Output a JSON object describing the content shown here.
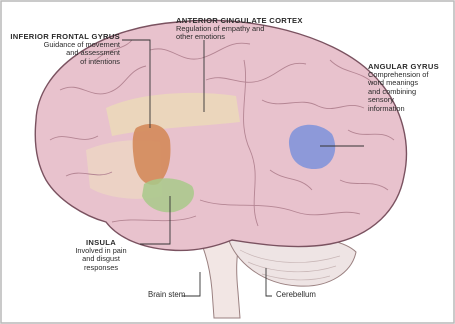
{
  "labels": {
    "inferior_frontal_gyrus": {
      "title": "INFERIOR FRONTAL GYRUS",
      "desc": [
        "Guidance of movement",
        "and assessment",
        "of intentions"
      ]
    },
    "anterior_cingulate_cortex": {
      "title": "ANTERIOR CINGULATE CORTEX",
      "desc": [
        "Regulation of empathy and",
        "other emotions"
      ]
    },
    "angular_gyrus": {
      "title": "ANGULAR GYRUS",
      "desc": [
        "Comprehension of",
        "word meanings",
        "and combining",
        "sensory",
        "information"
      ]
    },
    "insula": {
      "title": "INSULA",
      "desc": [
        "Involved in pain",
        "and disgust",
        "responses"
      ]
    },
    "brain_stem": {
      "title": "Brain stem"
    },
    "cerebellum": {
      "title": "Cerebellum"
    }
  },
  "colors": {
    "brain_fill": "#e7c1cc",
    "brain_outline": "#7a5260",
    "ifg": "#d48a5a",
    "acc": "#e9d7b0",
    "angular": "#7f93d8",
    "insula": "#a9c888",
    "cerebellum": "#ede3e3",
    "stem": "#f0e5e3",
    "frame": "#aaaaaa"
  },
  "icons": {
    "brain": "brain-illustration"
  }
}
